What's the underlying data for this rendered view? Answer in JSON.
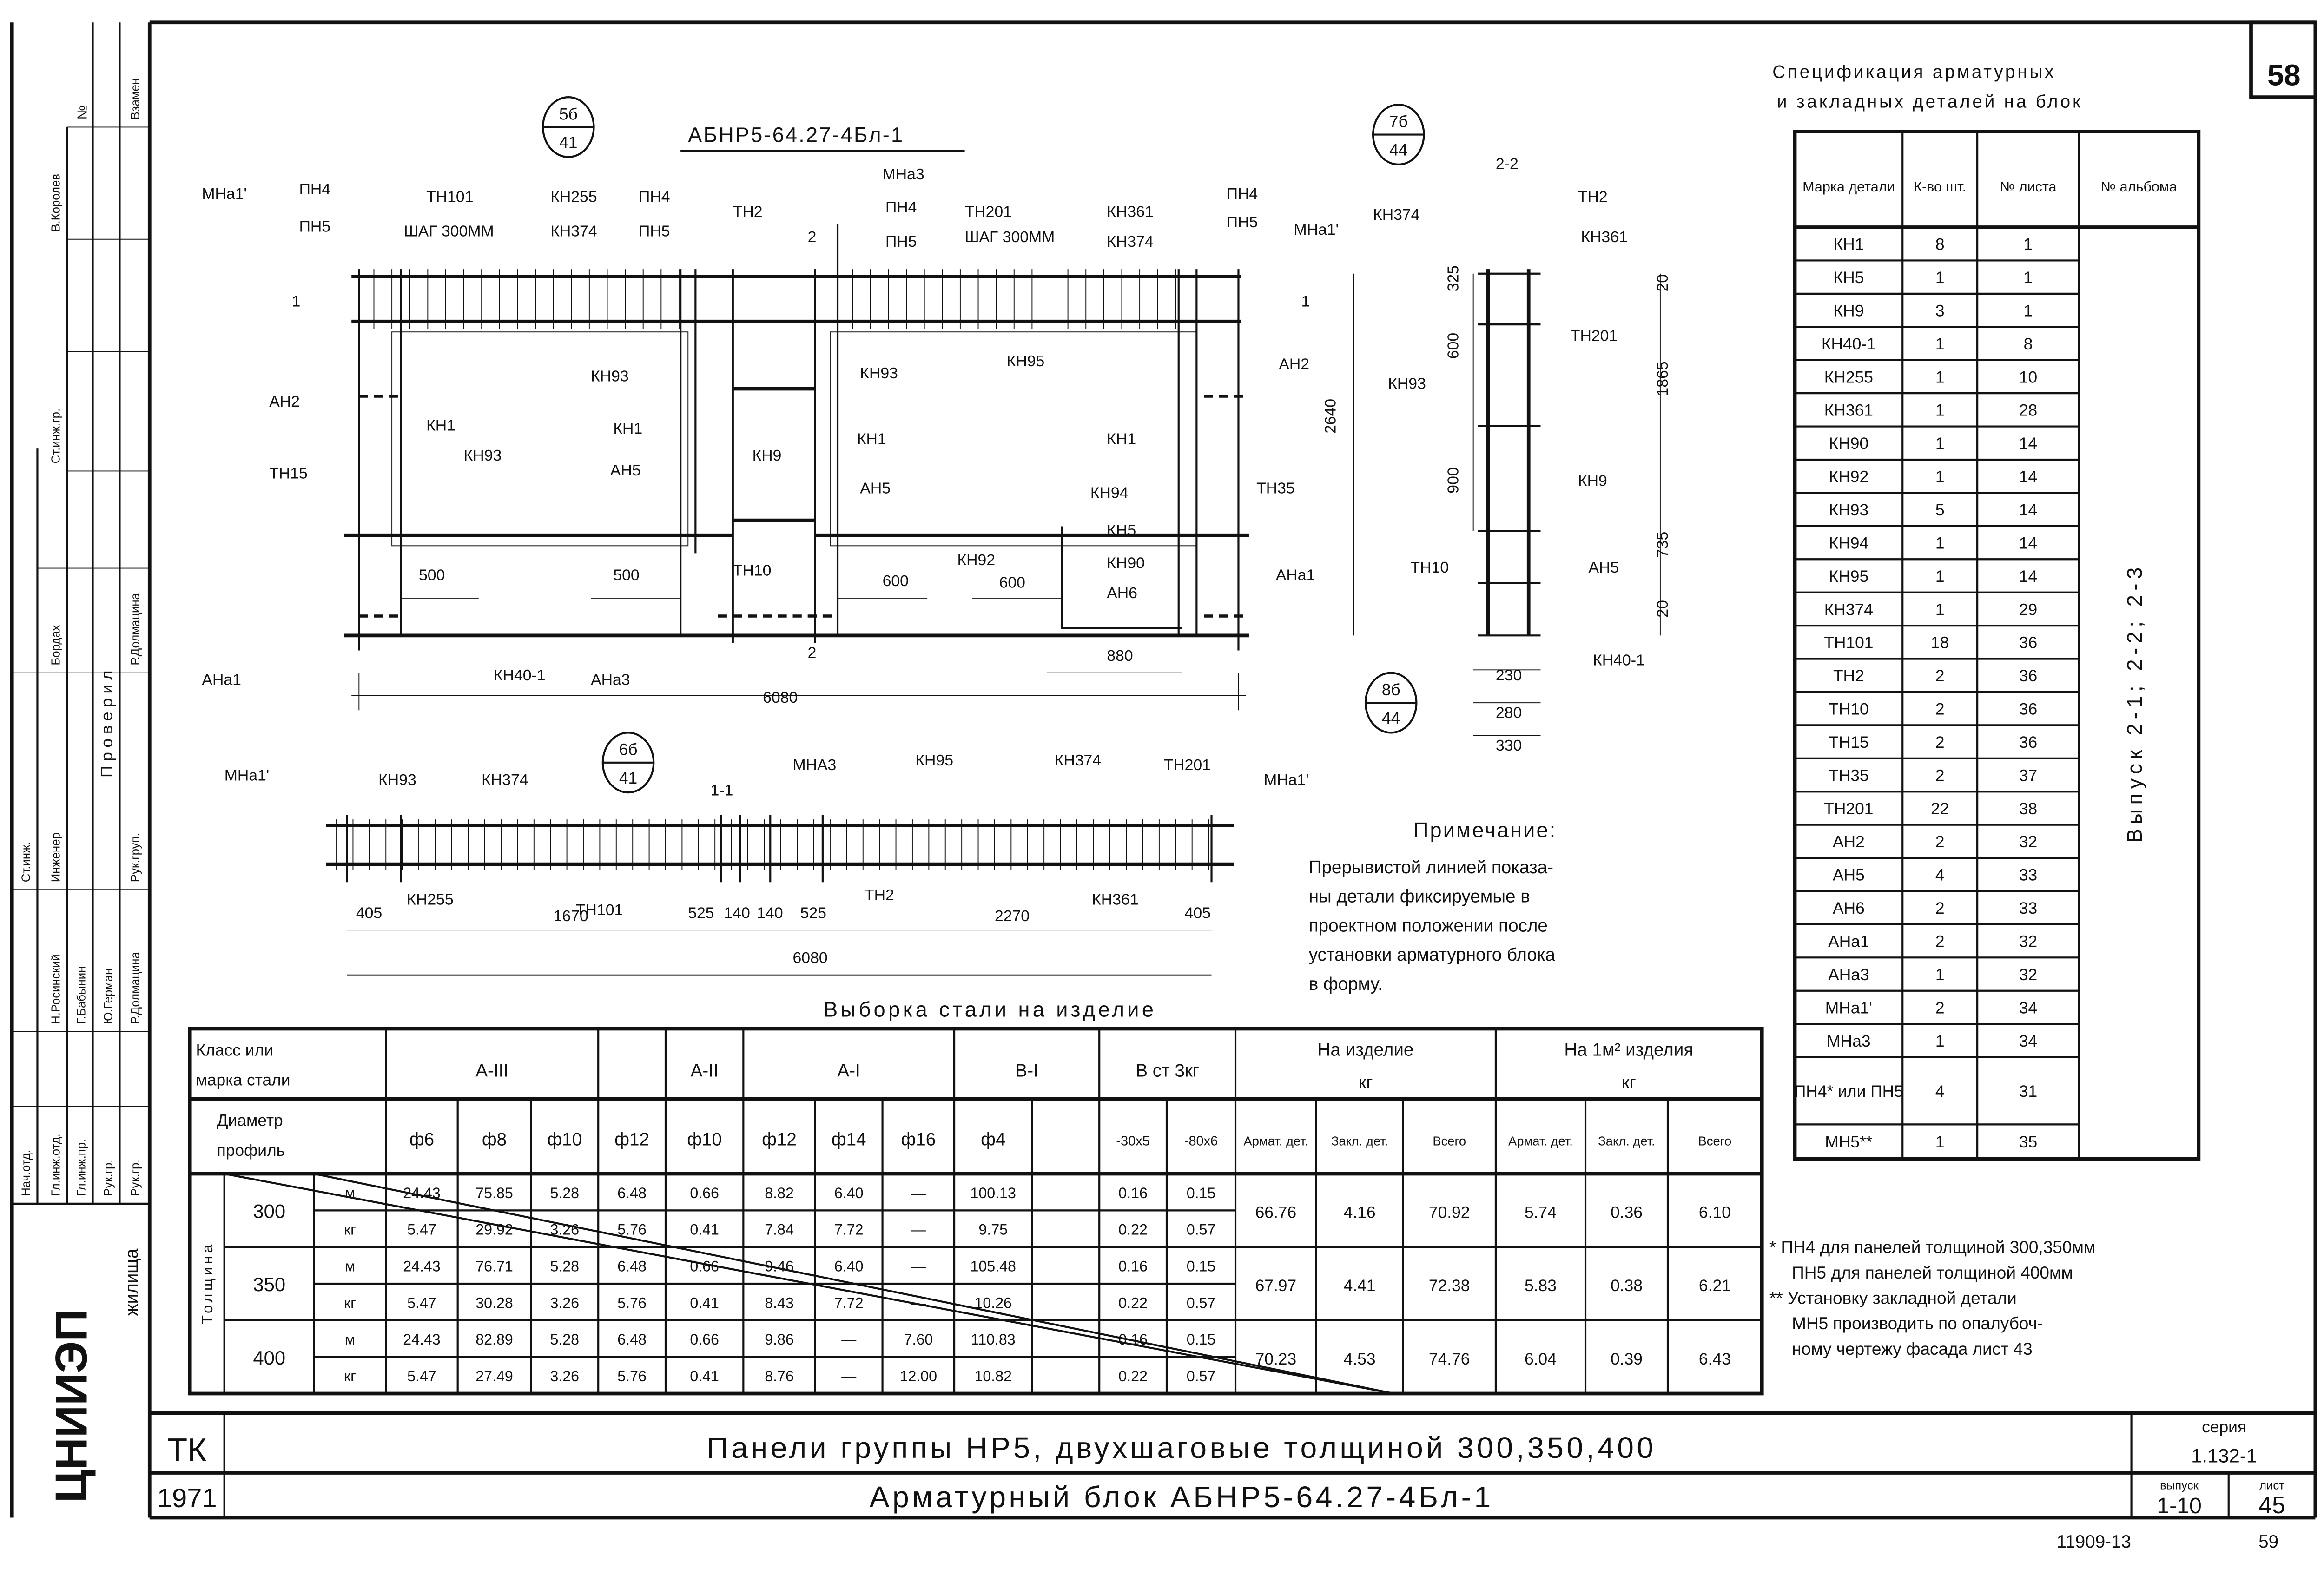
{
  "page_number": "58",
  "drawing": {
    "title": "АБНР5-64.27-4Бл-1",
    "callouts": [
      {
        "top": "5б",
        "bottom": "41"
      },
      {
        "top": "7б",
        "bottom": "44"
      },
      {
        "top": "8б",
        "bottom": "44"
      },
      {
        "top": "6б",
        "bottom": "41"
      }
    ],
    "labels": [
      "МНа1'",
      "ПН4",
      "ПН5",
      "ТН101",
      "ШАГ 300ММ",
      "КН255",
      "КН374",
      "ПН4",
      "ПН5",
      "ТН2",
      "МНа3",
      "ПН4",
      "ПН5",
      "ТН201",
      "ШАГ 300ММ",
      "КН361",
      "КН374",
      "ПН4",
      "ПН5",
      "МНа1'",
      "1",
      "1",
      "2",
      "КН93",
      "КН93",
      "КН95",
      "АН2",
      "КН1",
      "КН93",
      "КН1",
      "КН9",
      "КН1",
      "КН1",
      "АН5",
      "АН2",
      "ТН15",
      "АН5",
      "КН94",
      "ТН35",
      "КН5",
      "КН92",
      "КН90",
      "АН6",
      "600",
      "600",
      "500",
      "500",
      "ТН10",
      "АНа1",
      "880",
      "АНа1",
      "КН40-1",
      "АНа3",
      "6080",
      "2",
      "2640",
      "2-2",
      "КН374",
      "ТН2",
      "КН361",
      "325",
      "20",
      "600",
      "ТН201",
      "КН93",
      "1865",
      "900",
      "КН9",
      "ТН10",
      "АН5",
      "735",
      "20",
      "КН40-1",
      "230",
      "280",
      "330",
      "МНа1'",
      "КН93",
      "КН374",
      "1-1",
      "МНА3",
      "КН95",
      "КН374",
      "ТН201",
      "МНа1'",
      "КН255",
      "ТН2",
      "КН361",
      "405",
      "1670",
      "ТН101",
      "525",
      "140",
      "140",
      "525",
      "2270",
      "405",
      "6080"
    ]
  },
  "spec": {
    "title_line1": "Спецификация арматурных",
    "title_line2": "и закладных деталей на блок",
    "headers": [
      "Марка детали",
      "К-во шт.",
      "№ листа",
      "№ альбома"
    ],
    "rows": [
      [
        "КН1",
        "8",
        "1"
      ],
      [
        "КН5",
        "1",
        "1"
      ],
      [
        "КН9",
        "3",
        "1"
      ],
      [
        "КН40-1",
        "1",
        "8"
      ],
      [
        "КН255",
        "1",
        "10"
      ],
      [
        "КН361",
        "1",
        "28"
      ],
      [
        "КН90",
        "1",
        "14"
      ],
      [
        "КН92",
        "1",
        "14"
      ],
      [
        "КН93",
        "5",
        "14"
      ],
      [
        "КН94",
        "1",
        "14"
      ],
      [
        "КН95",
        "1",
        "14"
      ],
      [
        "КН374",
        "1",
        "29"
      ],
      [
        "ТН101",
        "18",
        "36"
      ],
      [
        "ТН2",
        "2",
        "36"
      ],
      [
        "ТН10",
        "2",
        "36"
      ],
      [
        "ТН15",
        "2",
        "36"
      ],
      [
        "ТН35",
        "2",
        "37"
      ],
      [
        "ТН201",
        "22",
        "38"
      ],
      [
        "АН2",
        "2",
        "32"
      ],
      [
        "АН5",
        "4",
        "33"
      ],
      [
        "АН6",
        "2",
        "33"
      ],
      [
        "АНа1",
        "2",
        "32"
      ],
      [
        "АНа3",
        "1",
        "32"
      ],
      [
        "МНа1'",
        "2",
        "34"
      ],
      [
        "МНа3",
        "1",
        "34"
      ],
      [
        "ПН4* или ПН5",
        "4",
        "31"
      ],
      [
        "МН5**",
        "1",
        "35"
      ]
    ],
    "album": "Выпуск 2-1; 2-2; 2-3"
  },
  "note": {
    "title": "Примечание:",
    "lines": [
      "Прерывистой линией показа-",
      "ны детали фиксируемые в",
      "проектном положении после",
      "установки арматурного блока",
      "в форму."
    ]
  },
  "steel": {
    "title": "Выборка стали на изделие",
    "class_header": [
      "Класс или",
      "марка стали"
    ],
    "diam_header": [
      "Диаметр",
      "профиль"
    ],
    "groups": [
      "А-III",
      "",
      "А-II",
      "А-I",
      "В-I",
      "В ст 3кг"
    ],
    "diameters": [
      "ф6",
      "ф8",
      "ф10",
      "ф12",
      "ф10",
      "ф12",
      "ф14",
      "ф16",
      "ф4",
      "",
      "-30х5",
      "-80х6"
    ],
    "per_item": [
      "На изделие",
      "кг"
    ],
    "per_m2": [
      "На 1м² изделия",
      "кг"
    ],
    "total_headers": [
      "Армат. дет.",
      "Закл. дет.",
      "Всего",
      "Армат. дет.",
      "Закл. дет.",
      "Всего"
    ],
    "thickness_label": "Толщина",
    "units": [
      "м",
      "кг"
    ],
    "rows": [
      {
        "thickness": "300",
        "m": [
          "24.43",
          "75.85",
          "5.28",
          "6.48",
          "0.66",
          "8.82",
          "6.40",
          "—",
          "100.13",
          "",
          "0.16",
          "0.15"
        ],
        "kg": [
          "5.47",
          "29.92",
          "3.26",
          "5.76",
          "0.41",
          "7.84",
          "7.72",
          "—",
          "9.75",
          "",
          "0.22",
          "0.57"
        ],
        "totals": [
          "66.76",
          "4.16",
          "70.92",
          "5.74",
          "0.36",
          "6.10"
        ]
      },
      {
        "thickness": "350",
        "m": [
          "24.43",
          "76.71",
          "5.28",
          "6.48",
          "0.66",
          "9.46",
          "6.40",
          "—",
          "105.48",
          "",
          "0.16",
          "0.15"
        ],
        "kg": [
          "5.47",
          "30.28",
          "3.26",
          "5.76",
          "0.41",
          "8.43",
          "7.72",
          "—",
          "10.26",
          "",
          "0.22",
          "0.57"
        ],
        "totals": [
          "67.97",
          "4.41",
          "72.38",
          "5.83",
          "0.38",
          "6.21"
        ]
      },
      {
        "thickness": "400",
        "m": [
          "24.43",
          "82.89",
          "5.28",
          "6.48",
          "0.66",
          "9.86",
          "—",
          "7.60",
          "110.83",
          "",
          "0.16",
          "0.15"
        ],
        "kg": [
          "5.47",
          "27.49",
          "3.26",
          "5.76",
          "0.41",
          "8.76",
          "—",
          "12.00",
          "10.82",
          "",
          "0.22",
          "0.57"
        ],
        "totals": [
          "70.23",
          "4.53",
          "74.76",
          "6.04",
          "0.39",
          "6.43"
        ]
      }
    ]
  },
  "footnotes": [
    "* ПН4 для панелей толщиной 300,350мм",
    "ПН5 для панелей толщиной 400мм",
    "** Установку закладной детали",
    "МН5 производить по опалубоч-",
    "ному чертежу фасада лист 43"
  ],
  "title_block": {
    "org_code": "ТК",
    "year": "1971",
    "title": "Панели группы НР5, двухшаговые толщиной 300,350,400",
    "subtitle": "Арматурный блок АБНР5-64.27-4Бл-1",
    "series_label": "серия",
    "series": "1.132-1",
    "issue_label": "выпуск",
    "sheet_label": "лист",
    "issue": "1-10",
    "sheet": "45"
  },
  "bottom_codes": {
    "left": "11909-13",
    "right": "59"
  },
  "stamp": {
    "org": "ЦНИИЭП",
    "org_sub": "жилища",
    "roles": [
      "Нач.отд.",
      "Гл.инж.отд.",
      "Гл.инж.пр.",
      "Рук.гр.",
      "Рук.гр."
    ],
    "names": [
      "",
      "Н.Росинский",
      "Г.Бабынин",
      "Ю.Герман",
      "Р.Долмацина"
    ],
    "upper_roles": [
      "Ст.инж.",
      "Инженер",
      "Проверил",
      "Рук.груп."
    ],
    "upper_names": [
      "Бордах",
      "Р.Долмацина",
      "Ст.инж.гр.",
      "В.Королев"
    ],
    "replace_no": "№",
    "replace_label": "Взамен"
  }
}
